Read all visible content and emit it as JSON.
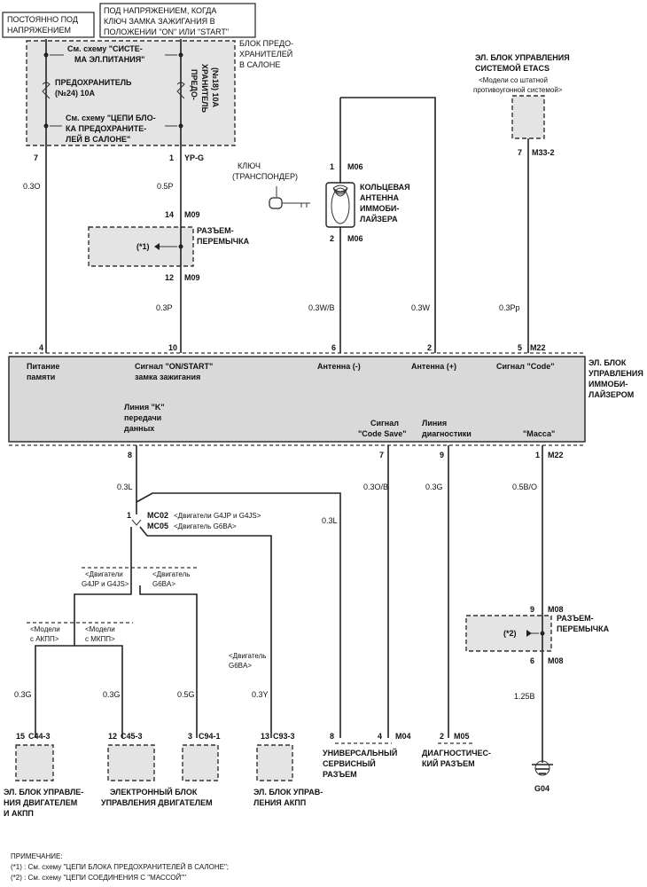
{
  "header": {
    "const_power_l1": "ПОСТОЯННО ПОД",
    "const_power_l2": "НАПРЯЖЕНИЕМ",
    "ign_power_l1": "ПОД НАПРЯЖЕНИЕМ, КОГДА",
    "ign_power_l2": "КЛЮЧ ЗАМКА ЗАЖИГАНИЯ В",
    "ign_power_l3": "ПОЛОЖЕНИИ \"ON\" ИЛИ \"START\""
  },
  "fuse_block": {
    "title_l1": "БЛОК ПРЕДО-",
    "title_l2": "ХРАНИТЕЛЕЙ",
    "title_l3": "В САЛОНЕ",
    "ref_power_l1": "См. схему \"СИСТЕ-",
    "ref_power_l2": "МА ЭЛ.ПИТАНИЯ\"",
    "fuse24_l1": "ПРЕДОХРАНИТЕЛЬ",
    "fuse24_l2": "(№24) 10A",
    "fuse18_l1": "ПРЕДО-",
    "fuse18_l2": "ХРАНИТЕЛЬ",
    "fuse18_l3": "(№18) 10A",
    "ref_fuse_l1": "См. схему \"ЦЕПИ БЛО-",
    "ref_fuse_l2": "КА ПРЕДОХРАНИТЕ-",
    "ref_fuse_l3": "ЛЕЙ В САЛОНЕ\"",
    "pin_left": "7",
    "pin_right": "1",
    "pin_right_color": "YP-G"
  },
  "wires": {
    "w_left": "0.3O",
    "w_mid_top": "0.5P",
    "w_mid_bot": "0.3P",
    "w_ant_minus": "0.3W/B",
    "w_ant_plus": "0.3W",
    "w_code": "0.3Pp",
    "w_kline": "0.3L",
    "w_kline2": "0.3L",
    "w_codesave": "0.3O/B",
    "w_diag": "0.3G",
    "w_ground": "0.5B/O",
    "w_ground2": "1.25B",
    "w_akpp": "0.3G",
    "w_mkpp": "0.3G",
    "w_g6ba": "0.5G",
    "w_tcm": "0.3Y"
  },
  "jumper_m09": {
    "pin_top": "14",
    "conn_top": "M09",
    "pin_bot": "12",
    "conn_bot": "M09",
    "mark": "(*1)",
    "label_l1": "РАЗЪЕМ-",
    "label_l2": "ПЕРЕМЫЧКА"
  },
  "antenna": {
    "pin_top": "1",
    "conn_top": "M06",
    "pin_bot": "2",
    "conn_bot": "M06",
    "key_l1": "КЛЮЧ",
    "key_l2": "(ТРАНСПОНДЕР)",
    "label_l1": "КОЛЬЦЕВАЯ",
    "label_l2": "АНТЕННА",
    "label_l3": "ИММОБИ-",
    "label_l4": "ЛАЙЗЕРА"
  },
  "etacs": {
    "title_l1": "ЭЛ. БЛОК УПРАВЛЕНИЯ",
    "title_l2": "СИСТЕМОЙ ETACS",
    "note_l1": "<Модели со штатной",
    "note_l2": "противоугонной системой>",
    "pin": "7",
    "conn": "M33-2"
  },
  "immo_unit": {
    "title_l1": "ЭЛ. БЛОК",
    "title_l2": "УПРАВЛЕНИЯ",
    "title_l3": "ИММОБИ-",
    "title_l4": "ЛАЙЗЕРОМ",
    "pin_mem": "4",
    "pin_sig": "10",
    "pin_ant_minus": "6",
    "pin_ant_plus": "2",
    "pin_code": "5",
    "conn_top": "M22",
    "mem_l1": "Питание",
    "mem_l2": "памяти",
    "sig_l1": "Сигнал \"ON/START\"",
    "sig_l2": "замка зажигания",
    "ant_minus": "Антенна (-)",
    "ant_plus": "Антенна (+)",
    "code": "Сигнал \"Code\"",
    "kline_l1": "Линия \"K\"",
    "kline_l2": "передачи",
    "kline_l3": "данных",
    "codesave_l1": "Сигнал",
    "codesave_l2": "\"Code Save\"",
    "diag_l1": "Линия",
    "diag_l2": "диагностики",
    "ground": "\"Масса\"",
    "pin_kline": "8",
    "pin_codesave": "7",
    "pin_diag": "9",
    "pin_ground": "1",
    "conn_bot": "M22"
  },
  "splice": {
    "pin": "1",
    "mc02": "MC02",
    "mc02_note": "<Двигатели G4JP и G4JS>",
    "mc05": "MC05",
    "mc05_note": "<Двигатель G6BA>",
    "engines_l1": "<Двигатели",
    "engines_l2": "G4JP и G4JS>",
    "g6ba_l1": "<Двигатель",
    "g6ba_l2": "G6BA>",
    "akpp_l1": "<Модели",
    "akpp_l2": "с АКПП>",
    "mkpp_l1": "<Модели",
    "mkpp_l2": "с МКПП>",
    "g6ba2_l1": "<Двигатель",
    "g6ba2_l2": "G6BA>"
  },
  "bottom_units": {
    "ecu1_pin": "15",
    "ecu1_conn": "C44-3",
    "ecu1_l1": "ЭЛ. БЛОК УПРАВЛЕ-",
    "ecu1_l2": "НИЯ ДВИГАТЕЛЕМ",
    "ecu1_l3": "И АКПП",
    "ecu2_pin": "12",
    "ecu2_conn": "C45-3",
    "ecu2_l1": "ЭЛЕКТРОННЫЙ БЛОК",
    "ecu2_l2": "УПРАВЛЕНИЯ ДВИГАТЕЛЕМ",
    "ecu3_pin": "3",
    "ecu3_conn": "C94-1",
    "tcm_pin": "13",
    "tcm_conn": "C93-3",
    "tcm_l1": "ЭЛ. БЛОК УПРАВ-",
    "tcm_l2": "ЛЕНИЯ АКПП",
    "usc_pin1": "8",
    "usc_pin2": "4",
    "usc_conn": "M04",
    "usc_l1": "УНИВЕРСАЛЬНЫЙ",
    "usc_l2": "СЕРВИСНЫЙ",
    "usc_l3": "РАЗЪЕМ",
    "dlc_pin": "2",
    "dlc_conn": "M05",
    "dlc_l1": "ДИАГНОСТИЧЕС-",
    "dlc_l2": "КИЙ РАЗЪЕМ"
  },
  "jumper_m08": {
    "pin_top": "9",
    "conn_top": "M08",
    "pin_bot": "6",
    "conn_bot": "M08",
    "mark": "(*2)",
    "label_l1": "РАЗЪЕМ-",
    "label_l2": "ПЕРЕМЫЧКА",
    "ground": "G04"
  },
  "notes": {
    "title": "ПРИМЕЧАНИЕ:",
    "n1": "(*1) : См. схему \"ЦЕПИ БЛОКА ПРЕДОХРАНИТЕЛЕЙ В САЛОНЕ\";",
    "n2": "(*2) : См. схему \"ЦЕПИ СОЕДИНЕНИЯ С \"МАССОЙ\"\""
  }
}
